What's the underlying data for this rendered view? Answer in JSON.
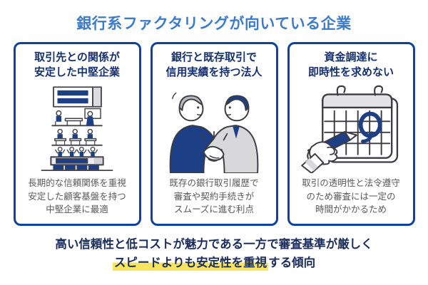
{
  "title": "銀行系ファクタリングが向いている企業",
  "colors": {
    "title_blue": "#3c7bc9",
    "card_border_blue": "#0e4498",
    "heading_navy": "#16316d",
    "body_gray": "#595757",
    "summary_navy": "#1a2d5a",
    "highlight_yellow": "#f9e45f",
    "illustration_navy": "#1c3f86",
    "illustration_gray": "#d8d8db"
  },
  "cards": [
    {
      "heading_line1": "取引先との関係が",
      "heading_line2": "安定した中堅企業",
      "illustration": "office-building-icon",
      "body_line1": "長期的な信頼関係を重視",
      "body_line2": "安定した顧客基盤を持つ",
      "body_line3": "中堅企業に最適"
    },
    {
      "heading_line1": "銀行と既存取引で",
      "heading_line2": "信用実績を持つ法人",
      "illustration": "handshake-icon",
      "body_line1": "既存の銀行取引履歴で",
      "body_line2": "審査や契約手続きが",
      "body_line3": "スムーズに進む利点"
    },
    {
      "heading_line1": "資金調達に",
      "heading_line2": "即時性を求めない",
      "illustration": "calendar-pen-icon",
      "body_line1": "取引の透明性と法令遵守",
      "body_line2": "のため審査には一定の",
      "body_line3": "時間がかかるため"
    }
  ],
  "summary": {
    "line1": "高い信頼性と低コストが魅力である一方で審査基準が厳しく",
    "line2_highlighted": "スピードよりも安定性を重視",
    "line2_rest": "する傾向"
  }
}
